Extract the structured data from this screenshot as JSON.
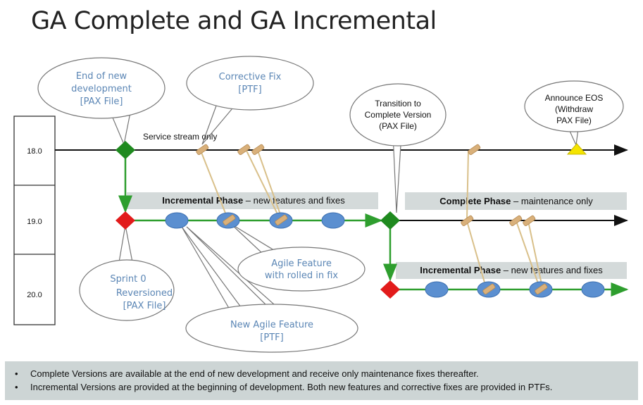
{
  "title": "GA Complete and GA Incremental",
  "versions": [
    "18.0",
    "19.0",
    "20.0"
  ],
  "callouts": {
    "end_of_dev": [
      "End of new",
      "development",
      "[PAX File]"
    ],
    "corrective_fix": [
      "Corrective Fix",
      "[PTF]"
    ],
    "transition": [
      "Transition to",
      "Complete Version",
      "(PAX File)"
    ],
    "announce_eos": [
      "Announce EOS",
      "(Withdraw",
      "PAX File)"
    ],
    "agile_rolled": [
      "Agile Feature",
      "with rolled in fix"
    ],
    "sprint0": [
      "Sprint 0",
      "Reversioned",
      "[PAX File]"
    ],
    "new_agile": [
      "New Agile Feature",
      "[PTF]"
    ]
  },
  "service_stream": "Service stream only",
  "phases": {
    "incremental_1": {
      "bold": "Incremental Phase",
      "rest": " – new features and fixes"
    },
    "complete": {
      "bold": "Complete Phase",
      "rest": " – maintenance only"
    },
    "incremental_2": {
      "bold": "Incremental Phase",
      "rest": " – new features and fixes"
    }
  },
  "notes": [
    "Complete Versions are available at the end of new development and receive only maintenance fixes thereafter.",
    "Incremental Versions are provided at the beginning of development. Both new features and corrective fixes are provided in PTFs."
  ],
  "colors": {
    "green": "#2e9e2e",
    "diamond_green": "#1f8a1f",
    "diamond_red": "#e21b1b",
    "feature_blue": "#5b8fd0",
    "callout_text": "#5b86b5",
    "patch": "#d9b07a",
    "eos_yellow": "#f5e400",
    "phase_bg": "#d4dada",
    "notes_bg": "#cdd5d5"
  },
  "icons": {
    "start_marker": "diamond",
    "feature": "ellipse",
    "fix": "bandage-patch",
    "eos": "triangle"
  }
}
